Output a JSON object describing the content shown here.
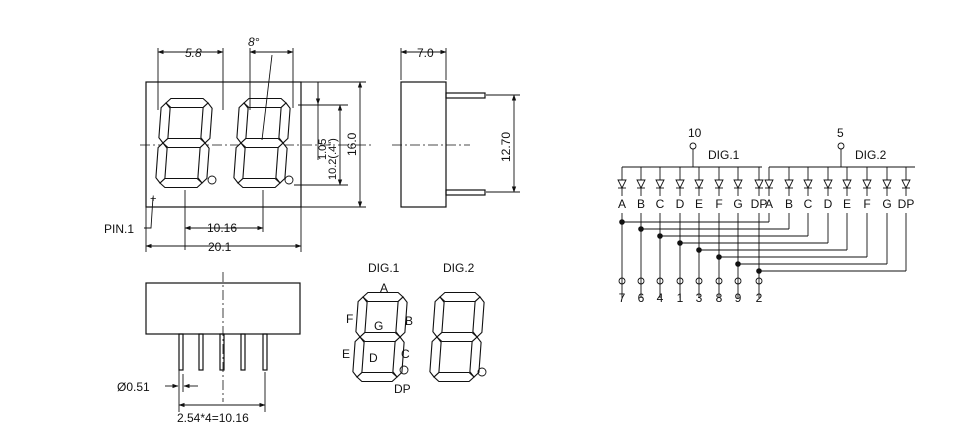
{
  "top_view": {
    "dim_digit_width": "5.8",
    "dim_slant": "8°",
    "dim_segment": "1.05",
    "dim_char_height": "10.2(.4\")",
    "dim_height": "16.0",
    "pin1_label": "PIN.1",
    "dim_digit_pitch": "10.16",
    "dim_total_width": "20.1"
  },
  "side_view": {
    "dim_depth": "7.0",
    "dim_pin_row": "12.70"
  },
  "front_view": {
    "dim_pin_dia": "Ø0.51",
    "dim_pin_span": "2.54*4=10.16"
  },
  "segment_id": {
    "digit1_label": "DIG.1",
    "digit2_label": "DIG.2",
    "segments": [
      "A",
      "B",
      "C",
      "D",
      "E",
      "F",
      "G",
      "DP"
    ]
  },
  "schematic": {
    "common1_pin": "10",
    "common2_pin": "5",
    "digit1_label": "DIG.1",
    "digit2_label": "DIG.2",
    "segment_labels": [
      "A",
      "B",
      "C",
      "D",
      "E",
      "F",
      "G",
      "DP",
      "A",
      "B",
      "C",
      "D",
      "E",
      "F",
      "G",
      "DP"
    ],
    "bottom_pins": [
      "7",
      "6",
      "4",
      "1",
      "3",
      "8",
      "9",
      "2"
    ]
  }
}
